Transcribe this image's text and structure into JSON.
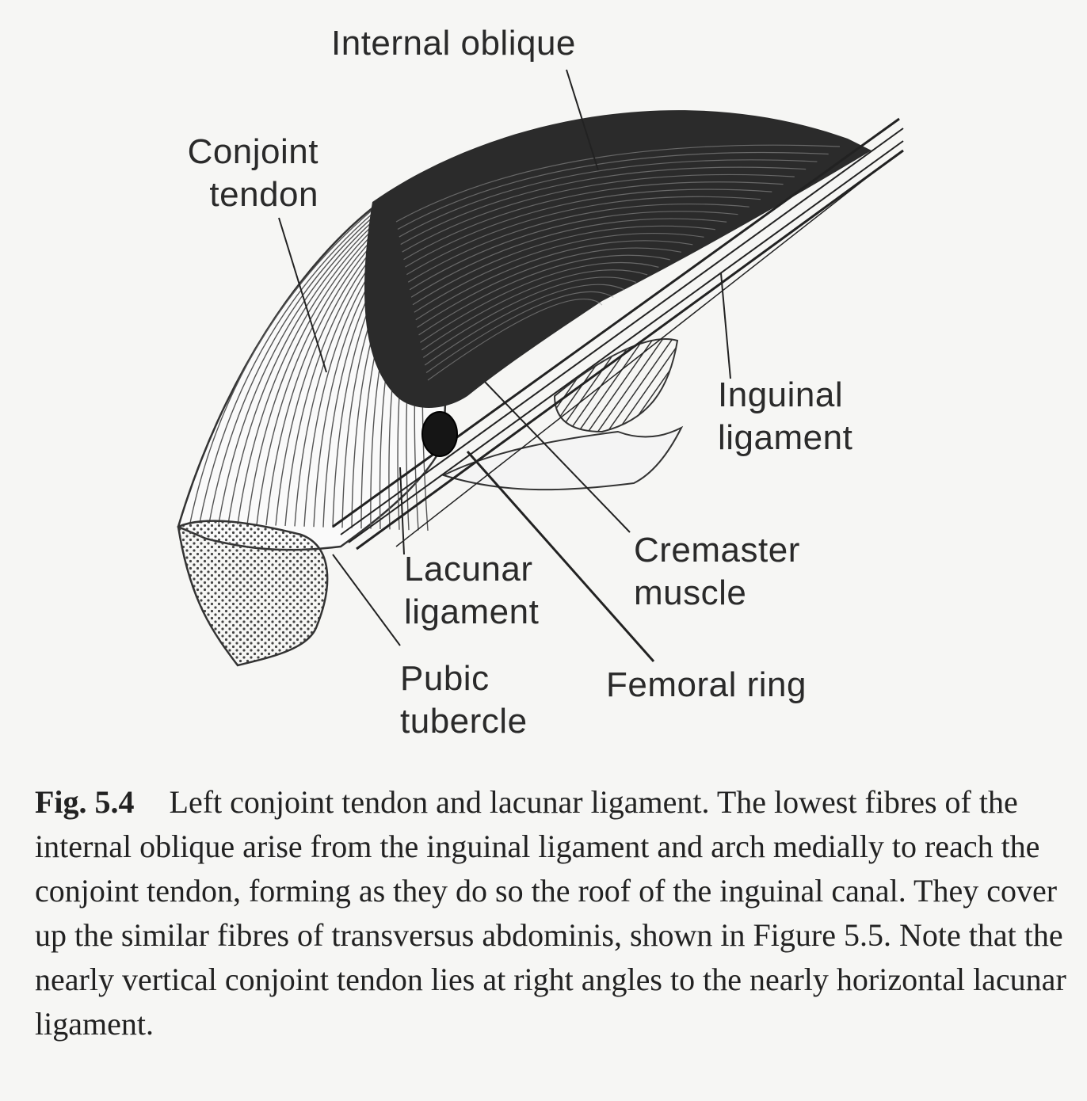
{
  "labels": {
    "internal_oblique": "Internal oblique",
    "conjoint_tendon": "Conjoint\ntendon",
    "inguinal_ligament": "Inguinal\nligament",
    "cremaster_muscle": "Cremaster\nmuscle",
    "lacunar_ligament": "Lacunar\nligament",
    "pubic_tubercle": "Pubic\ntubercle",
    "femoral_ring": "Femoral ring"
  },
  "caption": {
    "figure_number": "Fig. 5.4",
    "text": "Left conjoint tendon and lacunar ligament. The lowest fibres of the internal oblique arise from the inguinal ligament and arch medially to reach the conjoint tendon, forming as they do so the roof of the inguinal canal. They cover up the similar fibres of transversus abdominis, shown in Figure 5.5. Note that the nearly vertical conjoint tendon lies at right angles to the nearly horizontal lacunar ligament."
  },
  "colors": {
    "ink": "#1e1e1e",
    "paper": "#f6f6f4",
    "muscle": "#2b2b2b"
  }
}
